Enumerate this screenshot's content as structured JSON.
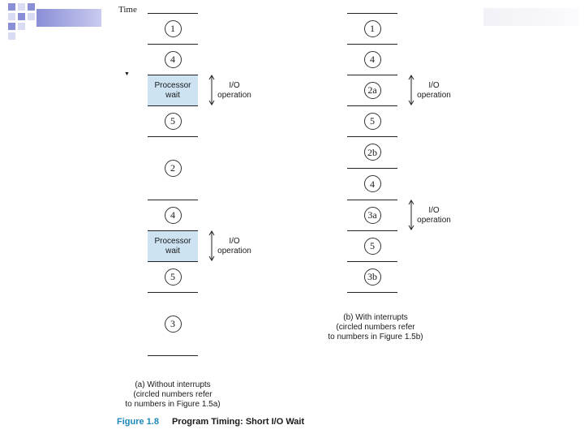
{
  "time_label": "Time",
  "panel_a": {
    "blocks": [
      "1",
      "4",
      "5",
      "2",
      "4",
      "5",
      "3"
    ],
    "processor_wait": [
      "Processor",
      "wait"
    ],
    "io": [
      "I/O",
      "operation"
    ],
    "caption": [
      "(a) Without interrupts",
      "(circled numbers refer",
      "to numbers in Figure 1.5a)"
    ]
  },
  "panel_b": {
    "blocks": [
      "1",
      "4",
      "2a",
      "5",
      "2b",
      "4",
      "3a",
      "5",
      "3b"
    ],
    "io": [
      "I/O",
      "operation"
    ],
    "caption": [
      "(b) With interrupts",
      "(circled numbers refer",
      "to numbers in Figure 1.5b)"
    ]
  },
  "figure": {
    "number": "Figure 1.8",
    "title": "Program Timing: Short I/O Wait"
  }
}
